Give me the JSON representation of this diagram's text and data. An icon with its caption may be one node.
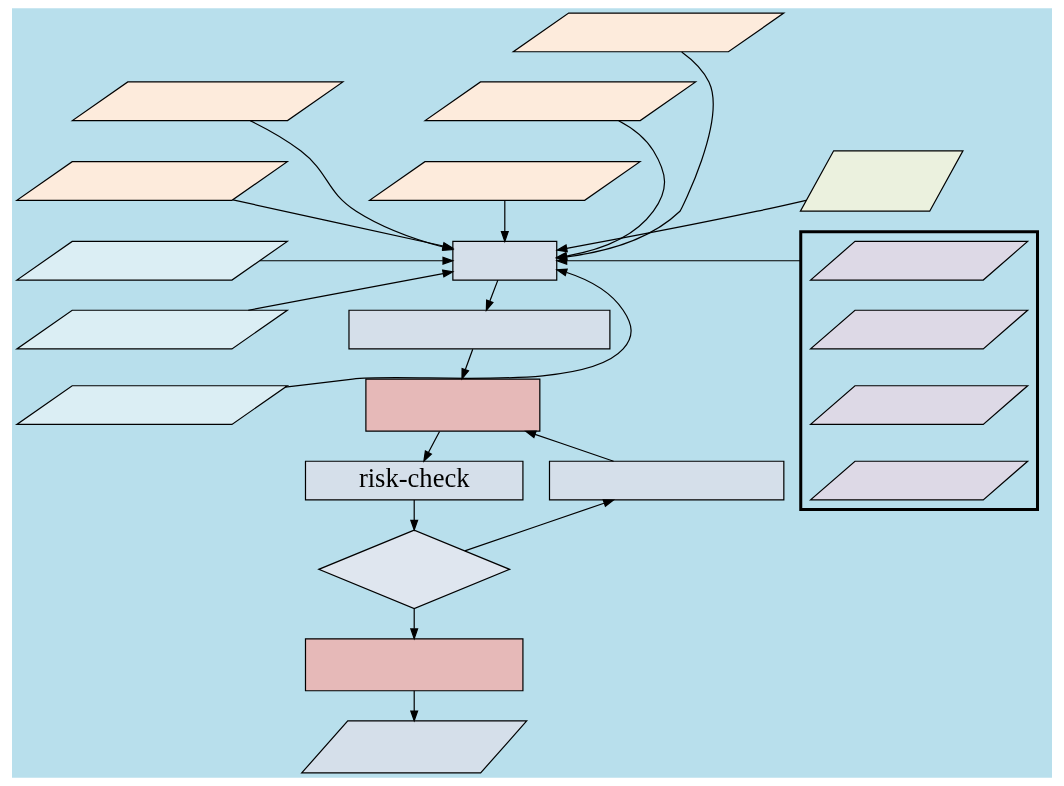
{
  "diagram": {
    "nodes": [
      {
        "text": [],
        "shape": "parallelogram"
      },
      {
        "text": [],
        "shape": "parallelogram"
      },
      {
        "text": [],
        "shape": "parallelogram"
      },
      {
        "text": [],
        "shape": "parallelogram"
      },
      {
        "text": [],
        "shape": "parallelogram"
      },
      {
        "text": [],
        "shape": "parallelogram"
      },
      {
        "text": [],
        "shape": "box"
      },
      {
        "text": [],
        "shape": "parallelogram",
        "in": 6
      },
      {
        "text": [],
        "shape": "parallelogram",
        "in": 6
      },
      {
        "text": [],
        "shape": "parallelogram",
        "in": 6
      },
      {
        "text": [],
        "shape": "parallelogram",
        "in": 6
      },
      {
        "text": [],
        "shape": "parallelogram"
      },
      {
        "text": [],
        "shape": "box"
      },
      {
        "text": [],
        "shape": "parallelogram"
      },
      {
        "text": [],
        "shape": "box"
      },
      {
        "text": [],
        "shape": "parallelogram"
      },
      {
        "text": [],
        "shape": "box"
      },
      {
        "text": [
          "risk-check"
        ]
      },
      {
        "text": [],
        "shape": "box"
      },
      {
        "text": [],
        "shape": "diamond"
      },
      {
        "text": [],
        "shape": "box"
      },
      {
        "text": [],
        "shape": "parallelogram"
      }
    ],
    "edges": [
      {
        "from": 0,
        "to": 12,
        "arrow": "to"
      },
      {
        "from": 4,
        "to": 12,
        "arrow": "to"
      },
      {
        "from": 1,
        "to": 12,
        "arrow": "to"
      },
      {
        "from": 3,
        "to": 12,
        "arrow": "to"
      },
      {
        "from": 5,
        "to": 12,
        "arrow": "to"
      },
      {
        "from": 11,
        "to": 12,
        "arrow": "to"
      },
      {
        "from": 13,
        "to": 12,
        "arrow": "to"
      },
      {
        "from": 15,
        "to": 12,
        "arrow": "to"
      },
      {
        "from": 2,
        "to": 12,
        "arrow": "to"
      },
      {
        "from": 6,
        "to": 12,
        "arrow": "to"
      },
      {
        "from": 12,
        "to": 14,
        "arrow": "to"
      },
      {
        "from": 14,
        "to": 16,
        "arrow": "to"
      },
      {
        "from": 16,
        "to": 17,
        "arrow": "to"
      },
      {
        "from": 17,
        "to": 19,
        "arrow": "to"
      },
      {
        "from": 19,
        "to": 18,
        "arrow": "to"
      },
      {
        "from": 18,
        "to": 16,
        "arrow": "to"
      },
      {
        "from": 19,
        "to": 20,
        "arrow": "to"
      },
      {
        "from": 20,
        "to": 21,
        "arrow": "to"
      }
    ]
  }
}
